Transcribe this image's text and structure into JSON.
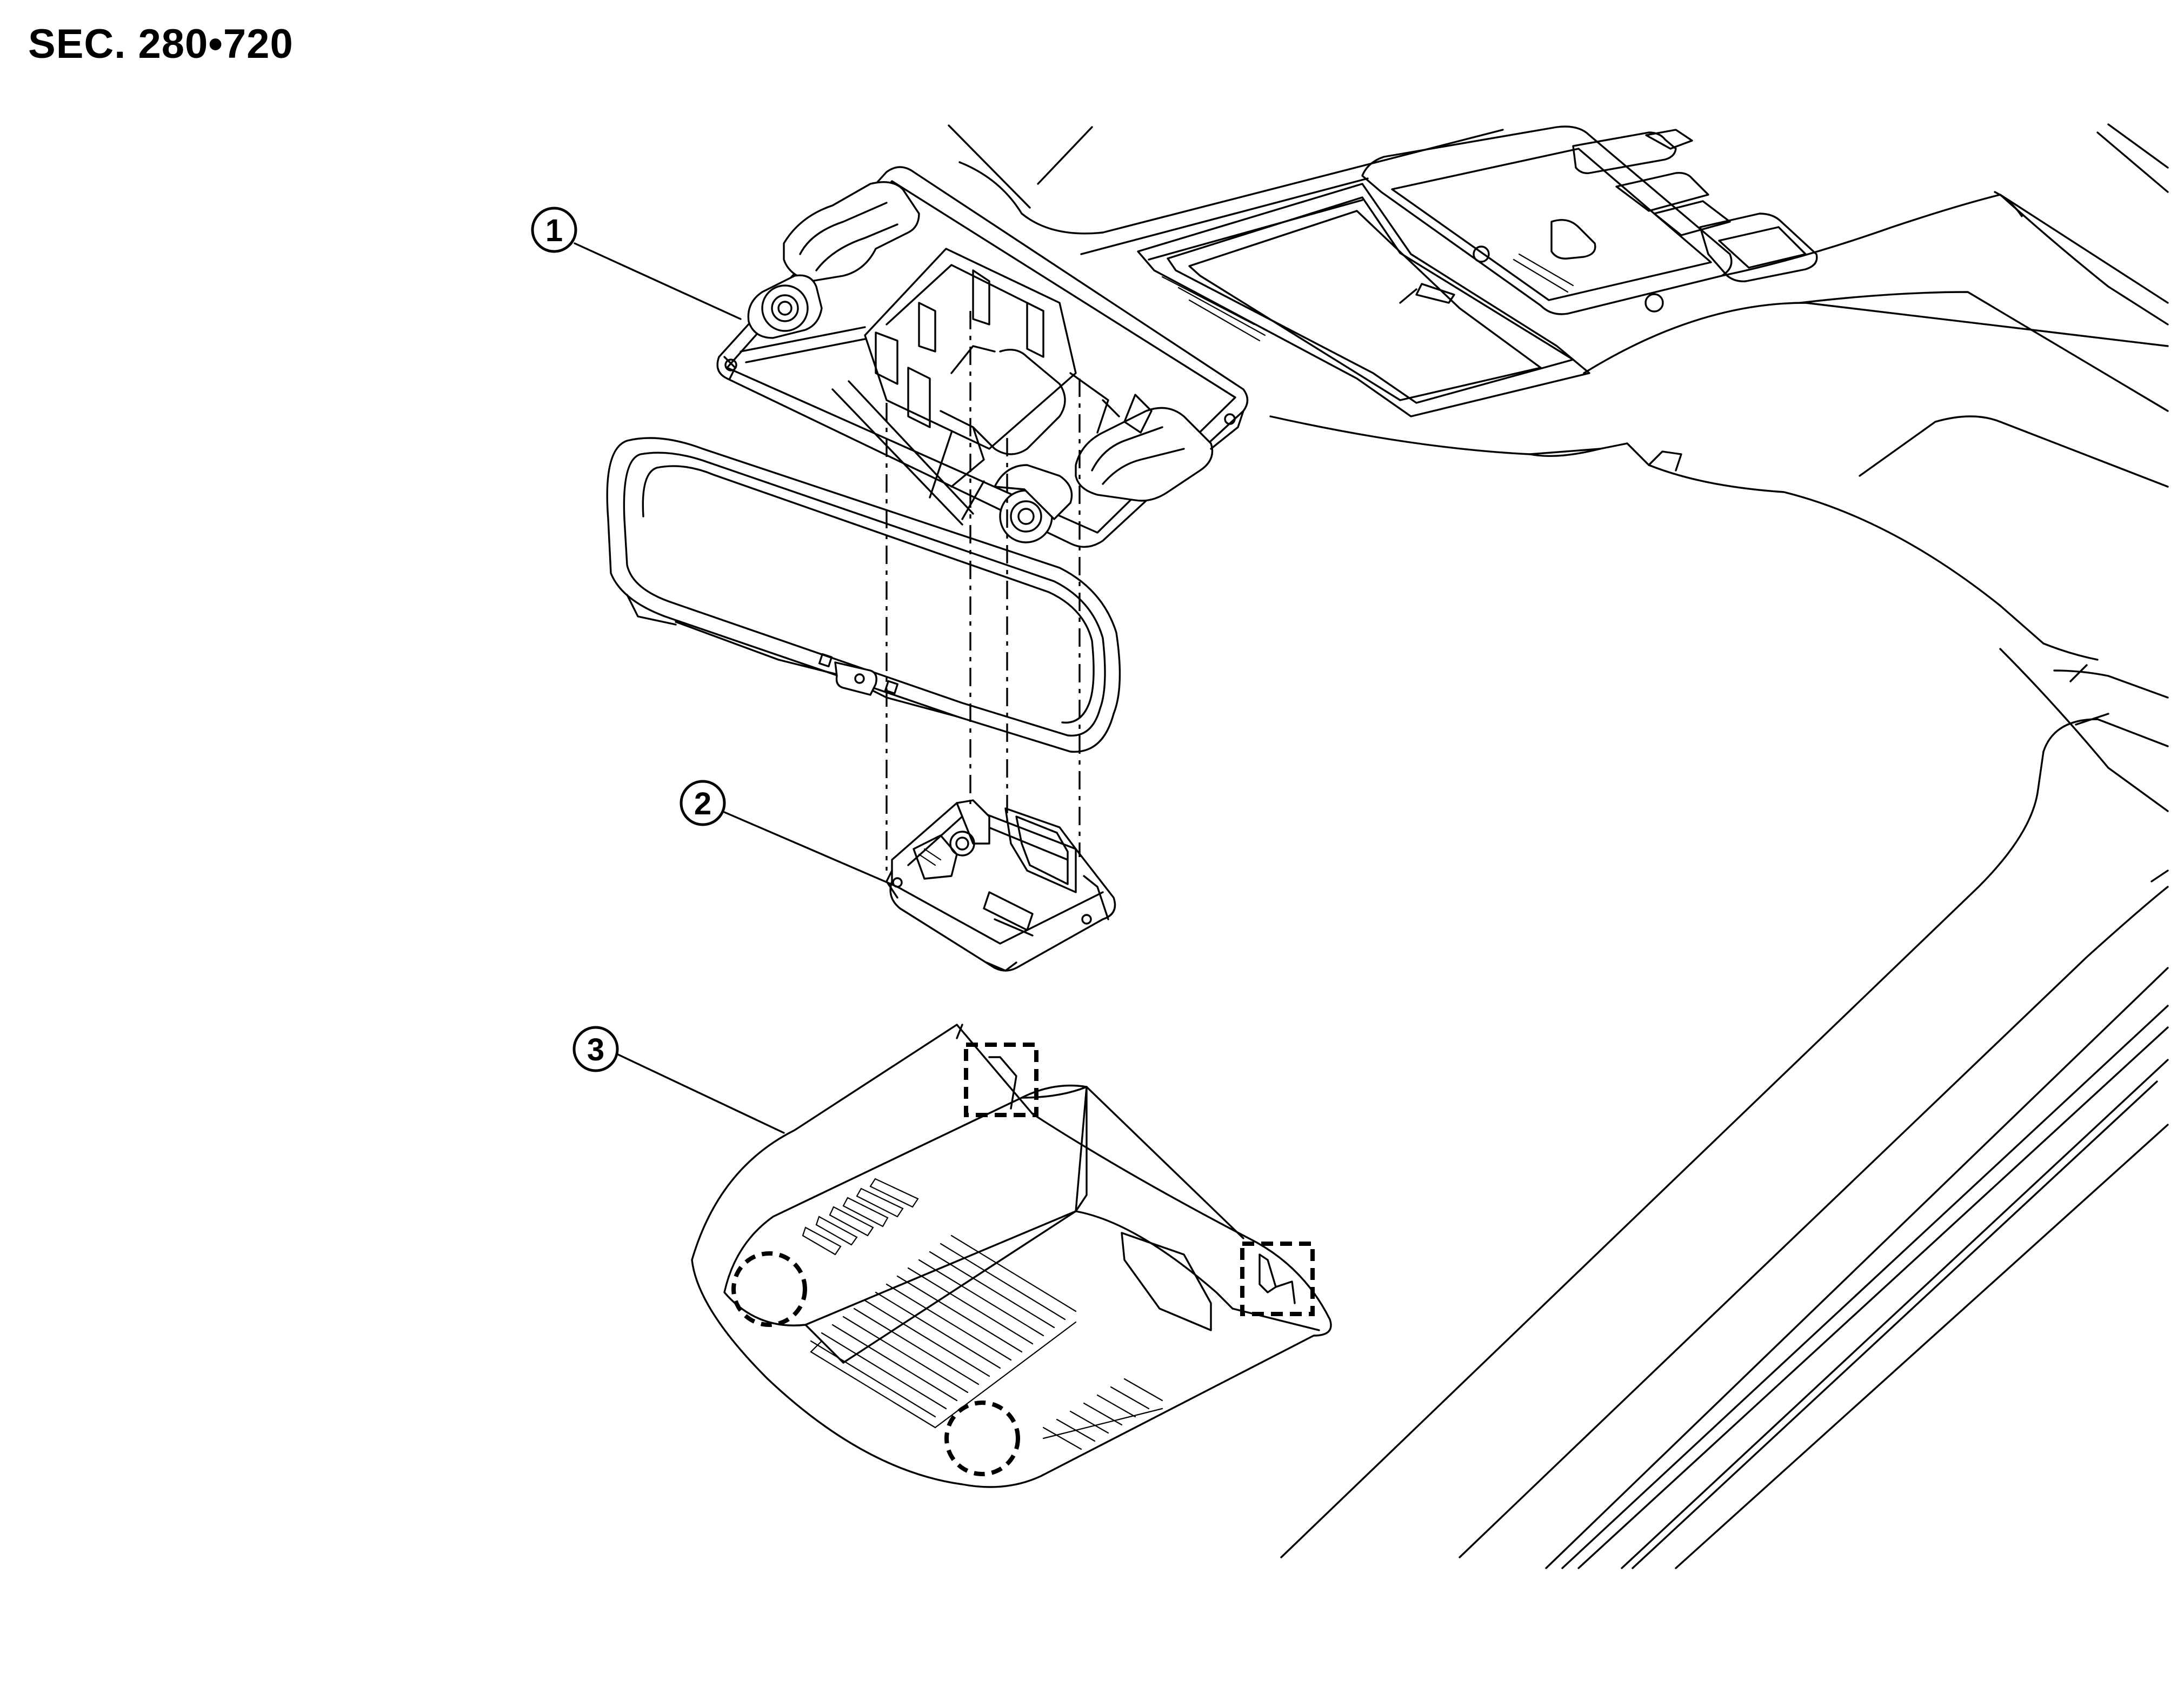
{
  "section_label": "SEC. 280•720",
  "callouts": [
    {
      "id": "1",
      "label": "1"
    },
    {
      "id": "2",
      "label": "2"
    },
    {
      "id": "3",
      "label": "3"
    }
  ],
  "colors": {
    "line": "#000000",
    "background": "#ffffff"
  }
}
